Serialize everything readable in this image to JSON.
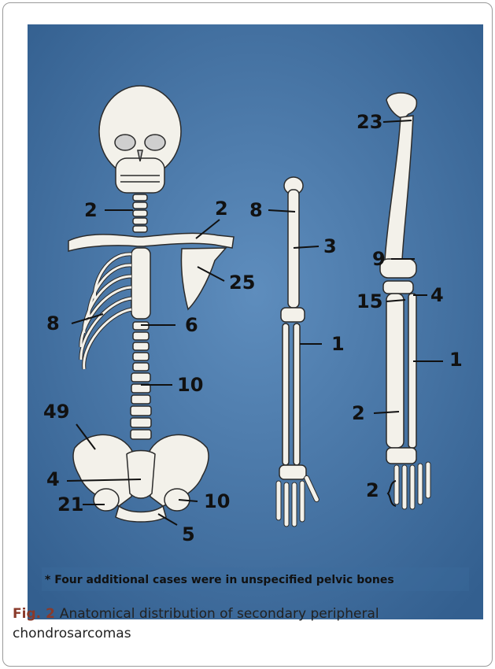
{
  "figure": {
    "footnote": "* Four additional cases were in unspecified pelvic bones",
    "labels": {
      "cervical_spine": "2",
      "clavicle": "2",
      "scapula": "25",
      "ribs": "8",
      "sternum": "6",
      "lumbar_spine": "10",
      "ilium": "49",
      "sacrum": "4",
      "ischium": "21",
      "pubis_right": "10",
      "pubis": "5",
      "humerus_proximal": "8",
      "humerus_shaft": "3",
      "forearm": "1",
      "femur_proximal": "23",
      "femur_distal": "9",
      "tibia_proximal": "15",
      "fibula_proximal": "4",
      "fibula_shaft": "1",
      "tibia_shaft": "2",
      "foot": "2"
    }
  },
  "caption": {
    "label": "Fig. 2",
    "text": "Anatomical distribution of secondary peripheral chondrosarcomas"
  },
  "colors": {
    "panel": "#3d6c9e",
    "bone": "#f3f1ea",
    "outline": "#2b2b2b"
  }
}
